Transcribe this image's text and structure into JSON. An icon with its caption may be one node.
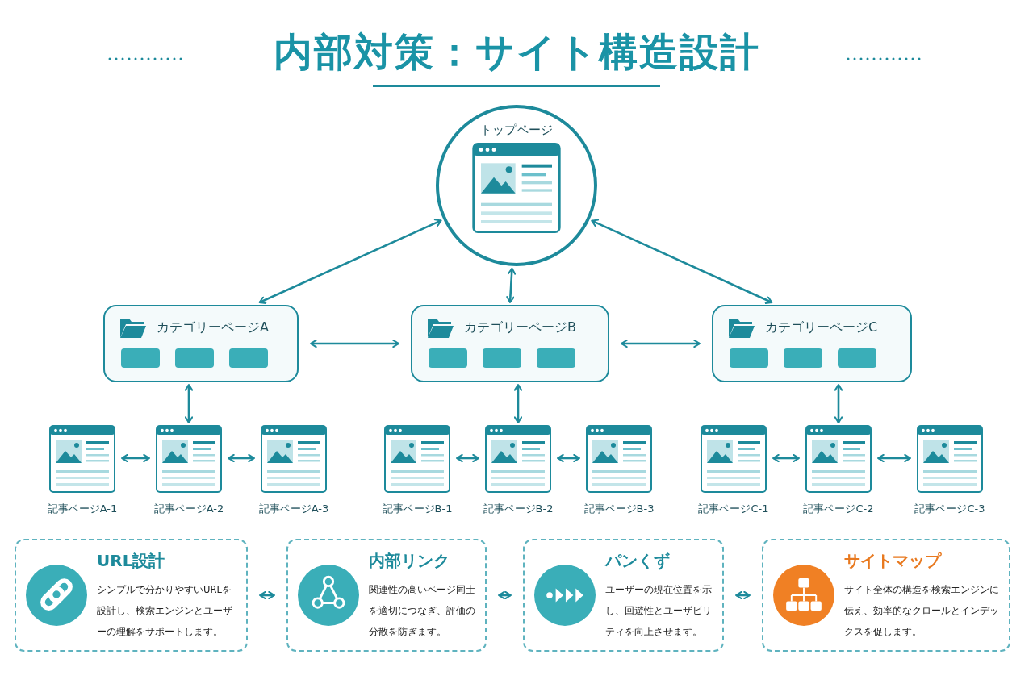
{
  "diagram": {
    "title": "内部対策：サイト構造設計",
    "nodes": [
      {
        "text": [
          "トップページ"
        ]
      },
      {
        "text": [
          "カテゴリーページA"
        ]
      },
      {
        "text": [
          "カテゴリーページB"
        ]
      },
      {
        "text": [
          "カテゴリーページC"
        ]
      },
      {
        "text": [
          "記事ページA-1"
        ]
      },
      {
        "text": [
          "記事ページA-2"
        ]
      },
      {
        "text": [
          "記事ページA-3"
        ]
      },
      {
        "text": [
          "記事ページB-1"
        ]
      },
      {
        "text": [
          "記事ページB-2"
        ]
      },
      {
        "text": [
          "記事ページB-3"
        ]
      },
      {
        "text": [
          "記事ページC-1"
        ]
      },
      {
        "text": [
          "記事ページC-2"
        ]
      },
      {
        "text": [
          "記事ページC-3"
        ]
      },
      {
        "text": [
          "URL設計",
          "シンプルで分かりやすいURLを設計し、検索エンジンとユーザーの理解をサポートします。"
        ]
      },
      {
        "text": [
          "内部リンク",
          "関連性の高いページ同士を適切につなぎ、評価の分散を防ぎます。"
        ]
      },
      {
        "text": [
          "パンくず",
          "ユーザーの現在位置を示し、回遊性とユーザビリティを向上させます。"
        ]
      },
      {
        "text": [
          "サイトマップ",
          "サイト全体の構造を検索エンジンに伝え、効率的なクロールとインデックスを促します。"
        ]
      }
    ],
    "edges": [
      {
        "from": 0,
        "to": 1,
        "arrow": "both"
      },
      {
        "from": 0,
        "to": 2,
        "arrow": "both"
      },
      {
        "from": 0,
        "to": 3,
        "arrow": "both"
      },
      {
        "from": 1,
        "to": 2,
        "arrow": "both"
      },
      {
        "from": 2,
        "to": 3,
        "arrow": "both"
      },
      {
        "from": 1,
        "to": 5,
        "arrow": "both"
      },
      {
        "from": 2,
        "to": 8,
        "arrow": "both"
      },
      {
        "from": 3,
        "to": 11,
        "arrow": "both"
      },
      {
        "from": 4,
        "to": 5,
        "arrow": "both"
      },
      {
        "from": 5,
        "to": 6,
        "arrow": "both"
      },
      {
        "from": 7,
        "to": 8,
        "arrow": "both"
      },
      {
        "from": 8,
        "to": 9,
        "arrow": "both"
      },
      {
        "from": 10,
        "to": 11,
        "arrow": "both"
      },
      {
        "from": 11,
        "to": 12,
        "arrow": "both"
      },
      {
        "from": 13,
        "to": 14,
        "arrow": "both"
      },
      {
        "from": 14,
        "to": 15,
        "arrow": "both"
      },
      {
        "from": 15,
        "to": 16,
        "arrow": "both"
      }
    ]
  }
}
